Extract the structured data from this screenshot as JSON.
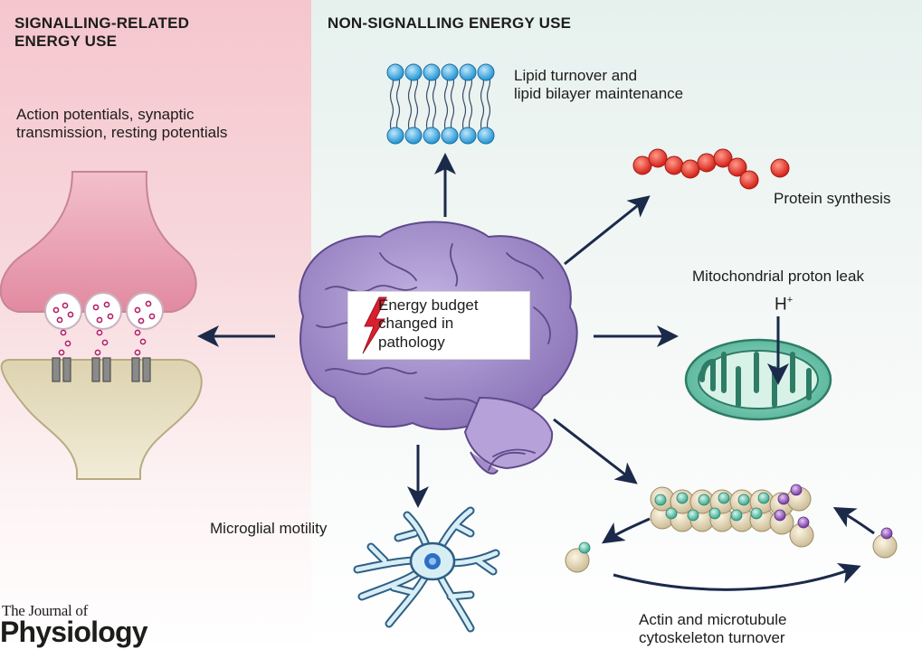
{
  "left_panel": {
    "heading": "SIGNALLING-RELATED\nENERGY USE",
    "subtitle": "Action potentials, synaptic\ntransmission, resting potentials"
  },
  "right_panel": {
    "heading": "NON-SIGNALLING ENERGY USE"
  },
  "center": {
    "box_text": "Energy budget\nchanged in\npathology"
  },
  "processes": {
    "lipid": "Lipid turnover and\nlipid bilayer maintenance",
    "protein": "Protein synthesis",
    "mito": "Mitochondrial proton leak",
    "hplus": "H",
    "hplus_sup": "+",
    "microglia": "Microglial motility",
    "actin": "Actin and microtubule\ncytoskeleton turnover"
  },
  "footer": {
    "journal_top": "The Journal of",
    "journal_main": "Physiology"
  },
  "colors": {
    "left_bg": "#f5c6cd",
    "right_bg": "#e6f1ee",
    "arrow": "#1b2a4a",
    "brain": "#9b86c2",
    "lightning": "#d8202f"
  }
}
